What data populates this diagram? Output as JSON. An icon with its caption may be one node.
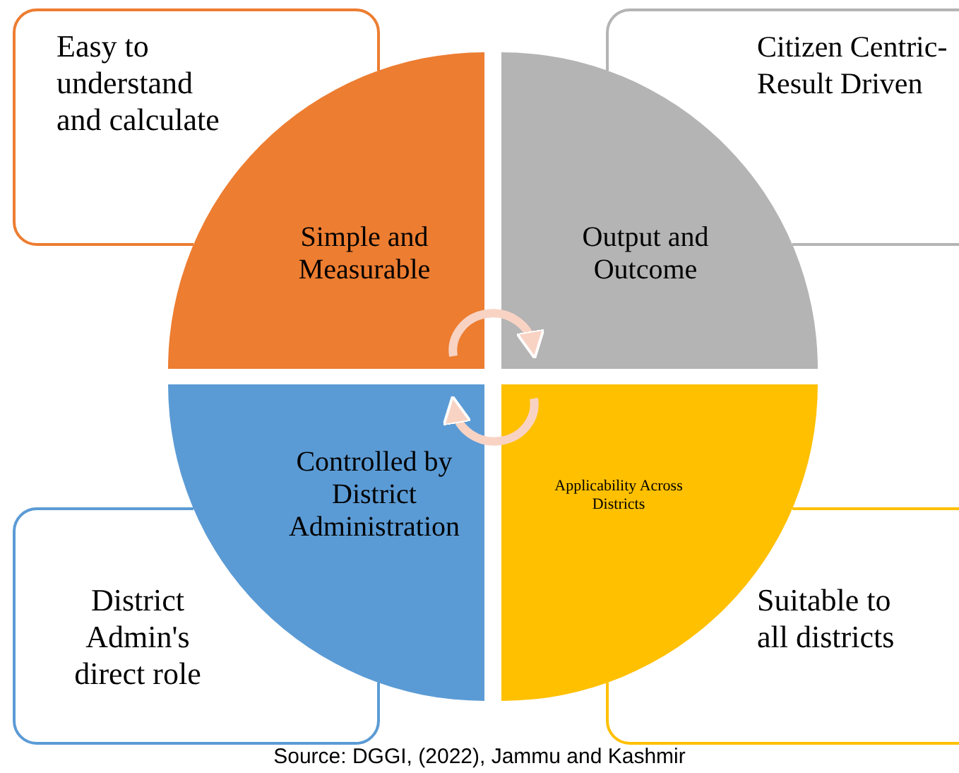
{
  "diagram": {
    "caption": "Source: DGGI, (2022), Jammu and Kashmir",
    "nodes": [
      {
        "text": [
          "Easy to understand and calculate"
        ]
      },
      {
        "text": [
          "Citizen Centric- Result Driven"
        ]
      },
      {
        "text": [
          "Simple and Measurable"
        ]
      },
      {
        "text": [
          "Output and Outcome"
        ]
      },
      {
        "text": [
          "Controlled by District Administration"
        ]
      },
      {
        "text": [
          "Applicability Across Districts"
        ]
      },
      {
        "text": [
          "District Admin's direct role"
        ]
      },
      {
        "text": [
          "Suitable to all districts"
        ]
      }
    ],
    "edges": [
      {
        "from": 2,
        "to": 3,
        "arrow": "to"
      },
      {
        "from": 5,
        "to": 4,
        "arrow": "to"
      }
    ]
  }
}
